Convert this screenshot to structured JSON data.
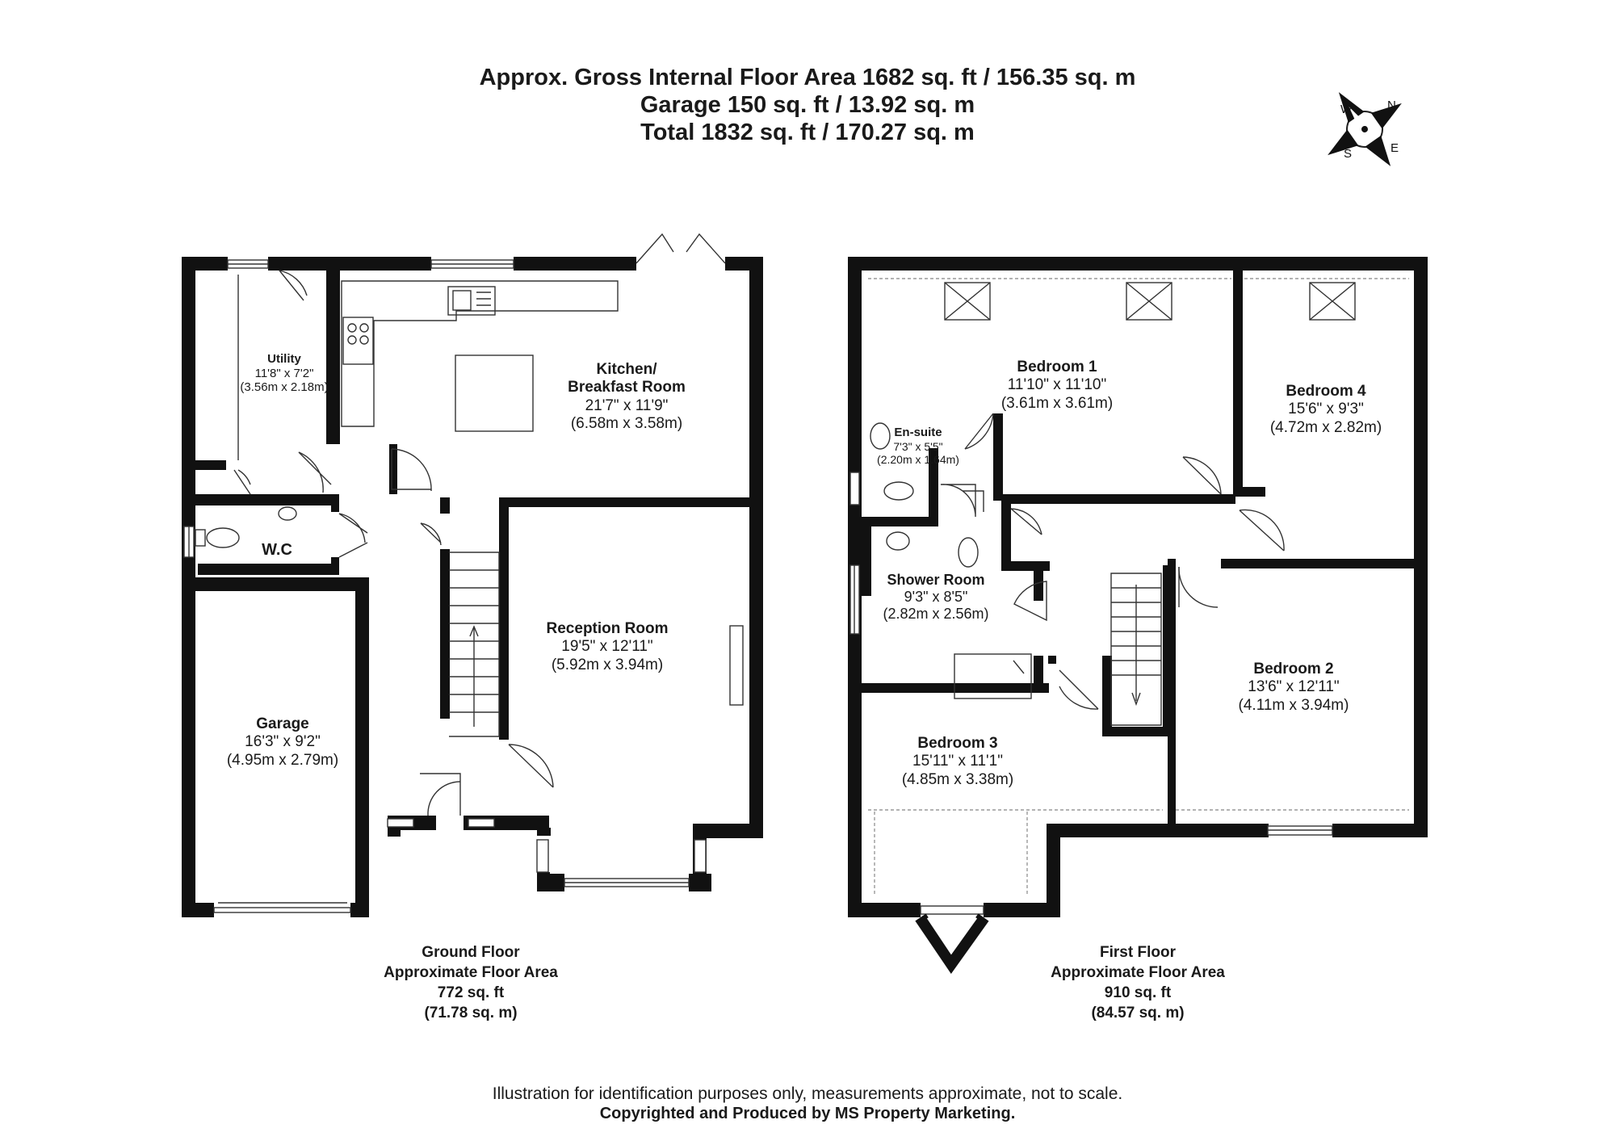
{
  "header": {
    "line1": "Approx. Gross Internal Floor Area 1682 sq. ft / 156.35 sq. m",
    "line2": "Garage 150 sq. ft / 13.92 sq. m",
    "line3": "Total 1832 sq. ft / 170.27 sq. m"
  },
  "compass": {
    "n": "N",
    "e": "E",
    "s": "S",
    "w": "W"
  },
  "ground_floor": {
    "rooms": {
      "utility": {
        "name": "Utility",
        "imperial": "11'8\" x 7'2\"",
        "metric": "(3.56m x 2.18m)"
      },
      "kitchen": {
        "name1": "Kitchen/",
        "name2": "Breakfast Room",
        "imperial": "21'7\" x 11'9\"",
        "metric": "(6.58m x 3.58m)"
      },
      "wc": {
        "name": "W.C"
      },
      "reception": {
        "name": "Reception Room",
        "imperial": "19'5\" x 12'11\"",
        "metric": "(5.92m x 3.94m)"
      },
      "garage": {
        "name": "Garage",
        "imperial": "16'3\" x 9'2\"",
        "metric": "(4.95m x 2.79m)"
      }
    },
    "caption": {
      "line1": "Ground Floor",
      "line2": "Approximate Floor Area",
      "line3": "772 sq. ft",
      "line4": "(71.78 sq. m)"
    }
  },
  "first_floor": {
    "rooms": {
      "bedroom1": {
        "name": "Bedroom 1",
        "imperial": "11'10\" x 11'10\"",
        "metric": "(3.61m x 3.61m)"
      },
      "bedroom4": {
        "name": "Bedroom 4",
        "imperial": "15'6\" x 9'3\"",
        "metric": "(4.72m x 2.82m)"
      },
      "ensuite": {
        "name": "En-suite",
        "imperial": "7'3\" x 5'5\"",
        "metric": "(2.20m x 1.64m)"
      },
      "shower": {
        "name": "Shower Room",
        "imperial": "9'3\" x 8'5\"",
        "metric": "(2.82m x 2.56m)"
      },
      "bedroom2": {
        "name": "Bedroom 2",
        "imperial": "13'6\" x 12'11\"",
        "metric": "(4.11m x 3.94m)"
      },
      "bedroom3": {
        "name": "Bedroom 3",
        "imperial": "15'11\" x 11'1\"",
        "metric": "(4.85m x 3.38m)"
      }
    },
    "caption": {
      "line1": "First Floor",
      "line2": "Approximate Floor Area",
      "line3": "910 sq. ft",
      "line4": "(84.57 sq. m)"
    }
  },
  "footer": {
    "line1": "Illustration for identification purposes only, measurements approximate, not to scale.",
    "line2": "Copyrighted  and Produced by MS Property Marketing."
  }
}
